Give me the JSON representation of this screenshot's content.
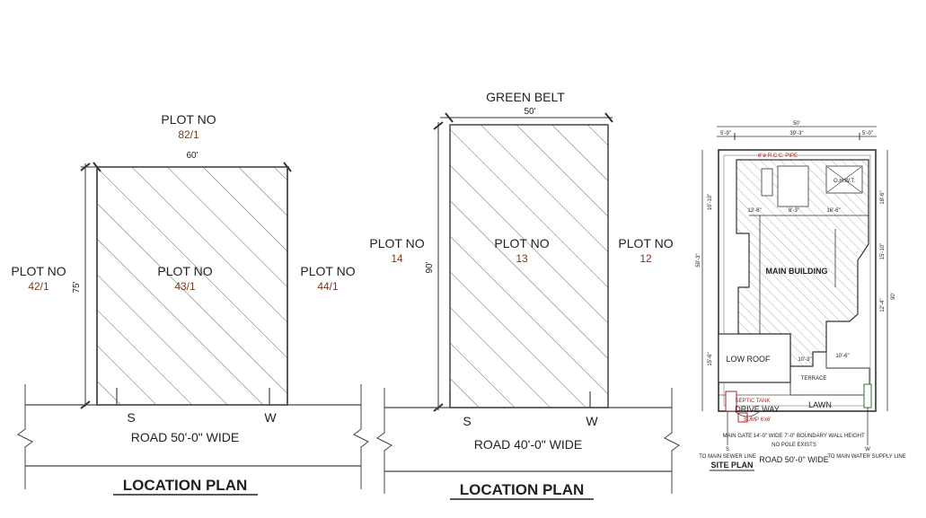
{
  "left_plan": {
    "top_plot_label": "PLOT NO",
    "top_plot_number": "82/1",
    "width_dim": "60'",
    "height_dim": "75'",
    "left_plot_label": "PLOT NO",
    "left_plot_number": "42/1",
    "center_plot_label": "PLOT NO",
    "center_plot_number": "43/1",
    "right_plot_label": "PLOT NO",
    "right_plot_number": "44/1",
    "south_marker": "S",
    "west_marker": "W",
    "road_label": "ROAD 50'-0\" WIDE",
    "title": "LOCATION PLAN"
  },
  "middle_plan": {
    "top_label": "GREEN BELT",
    "width_dim": "50'",
    "height_dim": "90'",
    "left_plot_label": "PLOT NO",
    "left_plot_number": "14",
    "center_plot_label": "PLOT NO",
    "center_plot_number": "13",
    "right_plot_label": "PLOT NO",
    "right_plot_number": "12",
    "south_marker": "S",
    "west_marker": "W",
    "road_label": "ROAD 40'-0\" WIDE",
    "title": "LOCATION PLAN"
  },
  "site_plan": {
    "top_width_dim": "50'",
    "seg_left": "5'-9\"",
    "seg_mid": "39'-3\"",
    "seg_right": "5'-0\"",
    "rcc_pipe": "6\"ø R.C.C. PIPE",
    "ohwt": "O.H.W.T.",
    "main_building": "MAIN BUILDING",
    "low_roof": "LOW ROOF",
    "terrace": "TERRACE",
    "lawn": "LAWN",
    "drive_way": "DRIVE WAY",
    "septic_tank": "SEPTIC TANK",
    "sump": "SUMP 6'x6'",
    "main_gate": "MAIN GATE 14'-0\" WIDE",
    "boundary_wall": "7'-0\" BOUNDARY WALL HEIGHT",
    "no_pole": "NO POLE EXISTS",
    "to_sewer": "TO MAIN SEWER LINE",
    "to_water": "TO MAIN WATER SUPPLY LINE",
    "title": "SITE PLAN",
    "road_label": "ROAD 50'-0\" WIDE",
    "south_marker": "S",
    "west_marker": "W",
    "right_total_dim": "90'",
    "left_total_dim": "59'-3\"",
    "dims": {
      "d1": "13'-6\"",
      "d2": "8'-3\"",
      "d3": "16'-6\"",
      "d4": "10'-10\"",
      "d5": "15'-10\"",
      "d6": "12'-4\"",
      "d7": "18'-6\"",
      "d8": "10'-6\"",
      "d9": "15'-6\"",
      "d10": "10'-3\""
    }
  }
}
